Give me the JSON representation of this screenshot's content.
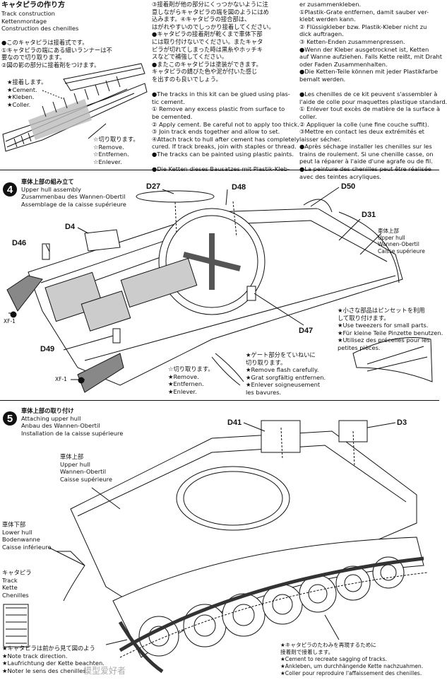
{
  "section_track": {
    "title_lines": [
      "キャタピラの作り方",
      "Track construction",
      "Kettenmontage",
      "Construction des chenilles"
    ],
    "jp_notes": [
      "●このキャタピラは接着式です。",
      "①キャタピラの端にある細いランナーは不",
      "要なので切り取ります。",
      "②図の影の部分に接着剤をつけます。"
    ],
    "callout_cement": [
      "★接着します。",
      "★Cement.",
      "★Kleben.",
      "★Coller."
    ],
    "callout_remove": [
      "☆切り取ります。",
      "☆Remove.",
      "☆Entfernen.",
      "☆Enlever."
    ],
    "col2_lines": [
      "③接着剤が他の部分にくっつかないように注",
      "意しながらキャタピラの端を図のようにはめ",
      "込みます。④キャタピラの接合部は、",
      "はがれやすいのでしっかり接着してください。",
      "●キャタピラの接着剤が乾くまで車体下部",
      "には取り付けないでください。またキャタ",
      "ピラが切れてしまった時は黒糸やホッチキ",
      "スなどで補強してください。",
      "●またこのキャタピラは塗装ができます。",
      "キャタピラの錆びた色や泥が付いた感じ",
      "を出すのも良いでしょう。",
      "",
      "●The tracks in this kit can be glued using plas-",
      "tic cement.",
      "① Remove any excess plastic from surface to",
      "be cemented.",
      "② Apply cement. Be careful not to apply too thick.",
      "③ Join track ends together and allow to set.",
      "④Attach track to hull after cement has completely",
      "cured. If track breaks, join with staples or thread.",
      "●The tracks can be painted using plastic paints.",
      "",
      "●Die Ketten dieses Bausatzes mit Plastik-Kleb-"
    ],
    "col3_lines": [
      "er zusammenkleben.",
      "①Plastik-Grate entfernen, damit sauber ver-",
      "klebt werden kann.",
      "② Flüssigkleber bzw. Plastik-Kleber nicht zu",
      "dick auftragen.",
      "③ Ketten-Enden zusammenpressen.",
      "●Wenn der Kleber ausgetrocknet ist, Ketten",
      "auf Wanne aufziehen. Falls Kette reißt, mit Draht",
      "oder Faden Zusammenhalten.",
      "●Die Ketten-Teile können mit jeder Plastikfarbe",
      "bemalt werden.",
      "",
      "●Les chenilles de ce kit peuvent s'assembler à",
      "l'aide de colle pour maquettes plastique standard.",
      "① Enlever tout excès de matière de la surface à",
      "coller.",
      "② Appliquer la colle (une fine couche suffit).",
      "③Mettre en contact les deux extrémités et",
      "laisser sécher.",
      "●Après séchage installer les chenilles sur les",
      "trains de roulement. Si une chenille casse, on",
      "peut la réparer à l'aide d'une agrafe ou de fil.",
      "●La peinture des chenilles peut être réalisée",
      "avec des teintes acryliques."
    ]
  },
  "step4": {
    "number": "4",
    "title_lines": [
      "車体上部の組み立て",
      "Upper hull assembly",
      "Zusammenbau des Wannen-Obertil",
      "Assemblage de la caisse supérieure"
    ],
    "part_labels": [
      "D27",
      "D48",
      "D50",
      "D4",
      "D31",
      "D46",
      "D47",
      "D49"
    ],
    "xf1_a": "XF-1",
    "xf1_b": "XF-1",
    "hull_label": [
      "車体上部",
      "Upper hull",
      "Wannen-Obertil",
      "Caisse supérieure"
    ],
    "callout_remove": [
      "☆切り取ります。",
      "★Remove.",
      "★Entfernen.",
      "★Enlever."
    ],
    "callout_flash": [
      "★ゲート部分をていねいに",
      "  切り取ります。",
      "★Remove flash carefully.",
      "★Grat sorgfältig entfernen.",
      "★Enlever soigneusement",
      "  les bavures."
    ],
    "callout_tweezers": [
      "★小さな部品はピンセットを利用",
      "  して取り付けます。",
      "★Use tweezers for small parts.",
      "★Für kleine Teile Pinzette benutzen.",
      "★Utilisez des précelles pour les",
      "  petites pièces."
    ]
  },
  "step5": {
    "number": "5",
    "title_lines": [
      "車体上部の取り付け",
      "Attaching upper hull",
      "Anbau des Wannen-Obertil",
      "Installation de la caisse supérieure"
    ],
    "part_labels": [
      "D41",
      "D3"
    ],
    "upper_hull_label": [
      "車体上部",
      "Upper hull",
      "Wannen-Obertil",
      "Caisse supérieure"
    ],
    "lower_hull_label": [
      "車体下部",
      "Lower hull",
      "Bodenwanne",
      "Caisse inférieure"
    ],
    "track_label": [
      "キャタピラ",
      "Track",
      "Kette",
      "Chenilles"
    ],
    "note_direction": [
      "★キャタピラは前から見て図のよう",
      "★Note track direction.",
      "★Laufrichtung der Kette beachten.",
      "★Noter le sens des chenilles."
    ],
    "note_sagging": [
      "★キャタピラのたわみを再現するために",
      "  接着剤で接着します。",
      "★Cement to recreate sagging of tracks.",
      "★Ankleben, um durchhängende Kette nachzuahmen.",
      "★Coller pour reproduire l'affaissement des chenilles."
    ],
    "watermark": "模型爱好者"
  }
}
